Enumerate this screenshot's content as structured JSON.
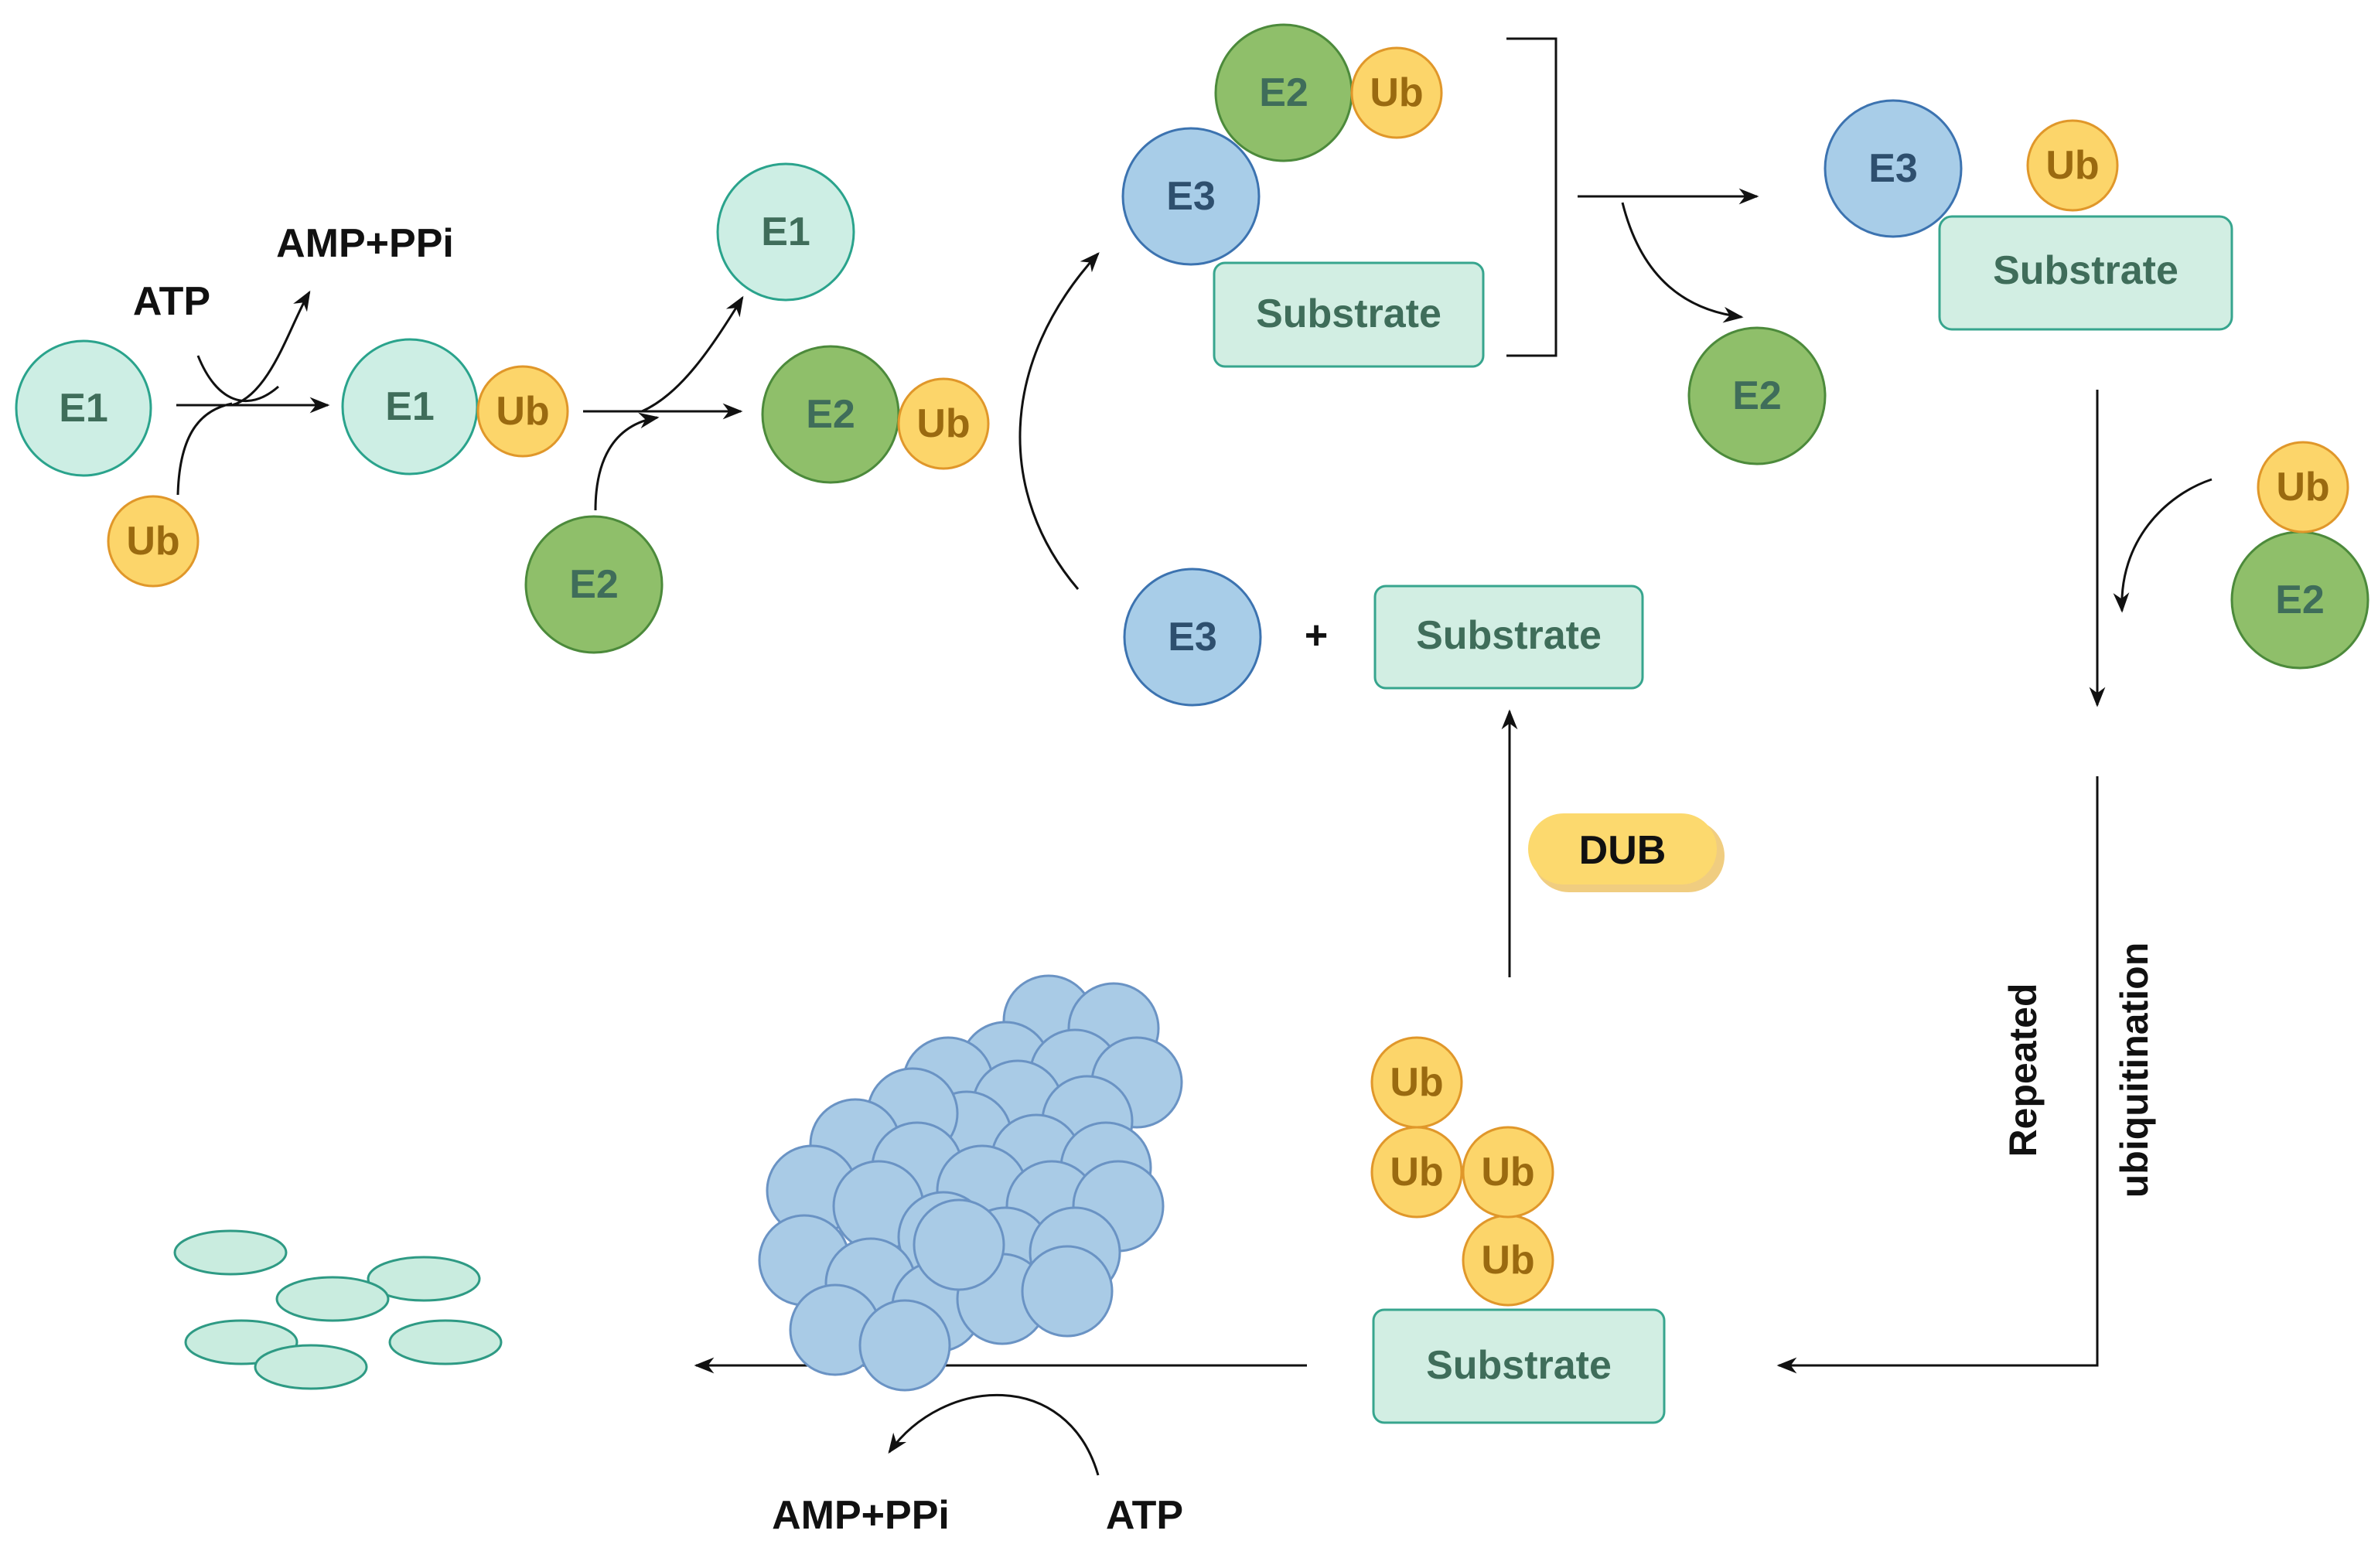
{
  "labels": {
    "e1": "E1",
    "e2": "E2",
    "e3": "E3",
    "ub": "Ub",
    "substrate": "Substrate",
    "atp": "ATP",
    "amp_ppi": "AMP+PPi",
    "plus": "+",
    "dub": "DUB",
    "repeated": "Repeated",
    "ubiquitination": "ubiquitination"
  },
  "colors": {
    "e1_fill": "#cdeee4",
    "e1_stroke": "#2aa38c",
    "e2_fill": "#8fbf6a",
    "e2_stroke": "#4c8a3b",
    "e3_fill": "#a8cde8",
    "e3_stroke": "#3c73b0",
    "ub_fill": "#fcd56a",
    "ub_stroke": "#e0972a",
    "substrate_fill": "#d2eee3",
    "substrate_stroke": "#37a58e",
    "dub_fill": "#fcd96e",
    "proteasome_fill": "#a9cbe6",
    "proteasome_stroke": "#6a93c4",
    "fragment_fill": "#c9ecdf",
    "fragment_stroke": "#2e9a84"
  }
}
